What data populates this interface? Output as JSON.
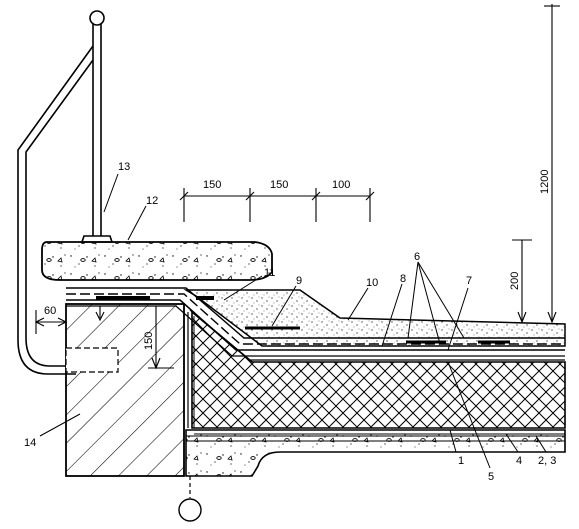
{
  "dimensions": {
    "d150a": "150",
    "d150b": "150",
    "d100": "100",
    "d1200": "1200",
    "d200": "200",
    "d60": "60",
    "d150v": "150"
  },
  "callouts": {
    "c1": "1",
    "c23": "2, 3",
    "c4": "4",
    "c5": "5",
    "c6": "6",
    "c7": "7",
    "c8": "8",
    "c9": "9",
    "c10": "10",
    "c11": "11",
    "c12": "12",
    "c13": "13",
    "c14": "14"
  },
  "colors": {
    "ink": "#000000",
    "paper": "#ffffff"
  }
}
